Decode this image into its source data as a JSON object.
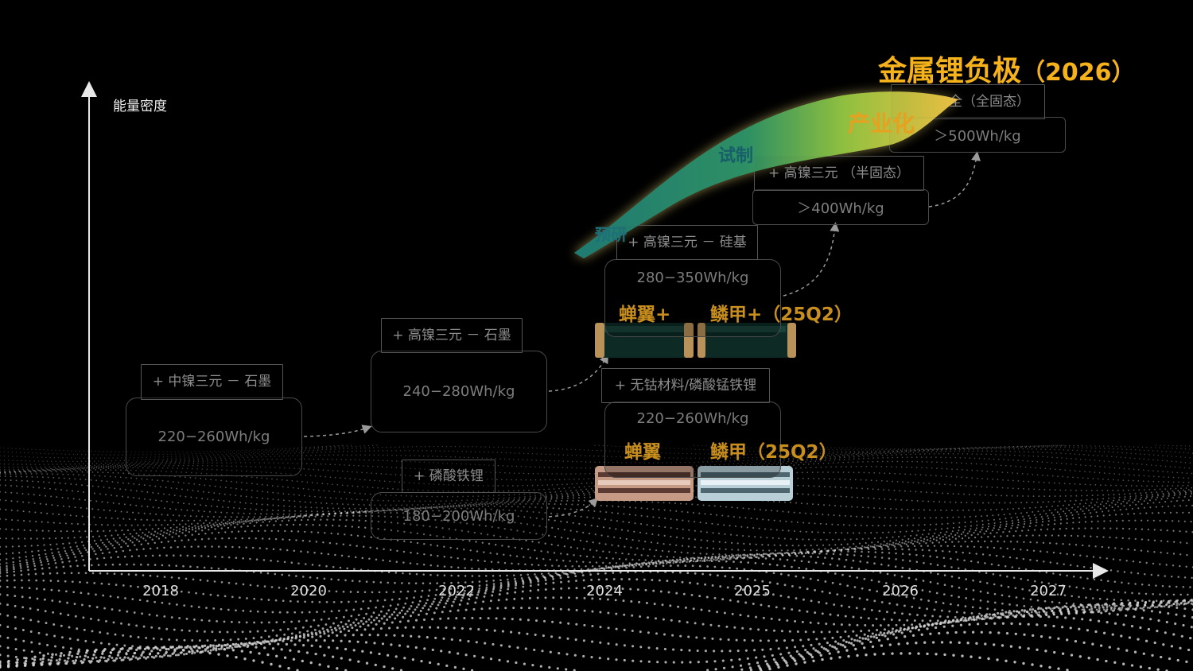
{
  "title": {
    "main": "金属锂负极",
    "year": "（2026）"
  },
  "y_axis_label": "能量密度",
  "years": [
    "2018",
    "2020",
    "2022",
    "2024",
    "2025",
    "2026",
    "2027"
  ],
  "curve_stages": [
    "预研",
    "试制",
    "产业化"
  ],
  "nodes": {
    "n2018": {
      "tech": "+ 中镍三元 － 石墨",
      "density": "220−260Wh/kg"
    },
    "n2022": {
      "tech": "+ 高镍三元 － 石墨",
      "density": "240−280Wh/kg"
    },
    "lfp": {
      "tech": "+ 磷酸铁锂",
      "density": "180−200Wh/kg"
    },
    "n2024_hi": {
      "tech": "+ 高镍三元 － 硅基",
      "density": "280−350Wh/kg"
    },
    "n2024_lo": {
      "tech": "+ 无钴材料/磷酸锰铁锂",
      "density": "220−260Wh/kg"
    },
    "n2025": {
      "tech": "+ 高镍三元 （半固态）",
      "density": "＞400Wh/kg"
    },
    "n2026": {
      "tech": "全（全固态）",
      "density": "＞500Wh/kg"
    }
  },
  "products": {
    "chanyi_plus": "蝉翼+",
    "linjia_plus": "鳞甲+（25Q2）",
    "chanyi": "蝉翼",
    "linjia": "鳞甲（25Q2）"
  },
  "colors": {
    "title": "#f5b21a",
    "product": "#c98f1e",
    "curve_start": "#1f7a72",
    "curve_mid": "#6fae3a",
    "curve_end": "#f2c444"
  }
}
